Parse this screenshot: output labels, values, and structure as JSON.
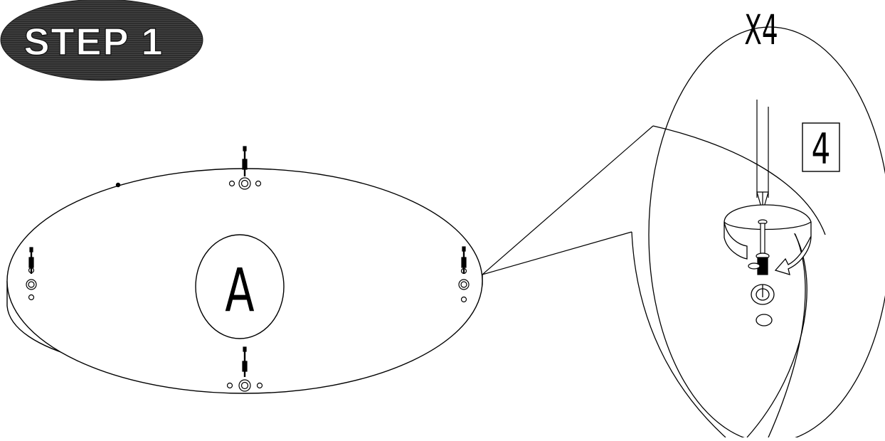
{
  "step_badge": {
    "label": "STEP 1"
  },
  "panel": {
    "label": "A"
  },
  "detail": {
    "quantity": "X4",
    "part_number": "4"
  }
}
